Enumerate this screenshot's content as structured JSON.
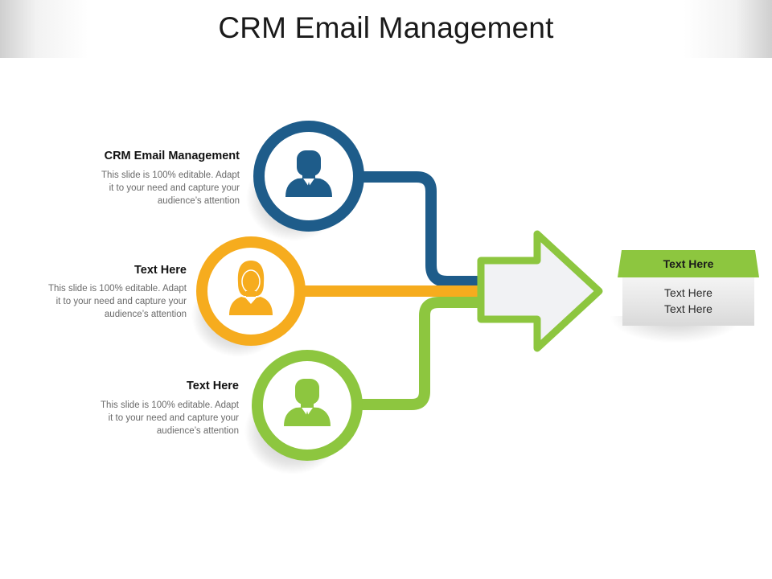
{
  "slide": {
    "title": "CRM Email Management"
  },
  "items": [
    {
      "heading": "CRM Email Management",
      "description_lines": [
        "This slide is 100% editable. Adapt",
        "it to your need and capture your",
        "audience’s attention"
      ],
      "color": "#1e5c8a",
      "icon": "businessman-icon"
    },
    {
      "heading": "Text Here",
      "description_lines": [
        "This slide is 100% editable. Adapt",
        "it to your need and capture your",
        "audience’s attention"
      ],
      "color": "#f6ac1e",
      "icon": "businesswoman-icon"
    },
    {
      "heading": "Text Here",
      "description_lines": [
        "This slide is 100% editable. Adapt",
        "it to your need and capture your",
        "audience’s attention"
      ],
      "color": "#8dc63f",
      "icon": "businessman-icon"
    }
  ],
  "callout": {
    "header": "Text Here",
    "lines": [
      "Text Here",
      "Text Here"
    ],
    "header_color": "#8dc63f"
  },
  "colors": {
    "blue": "#1e5c8a",
    "orange": "#f6ac1e",
    "green": "#8dc63f",
    "arrow_fill": "#f1f2f4"
  }
}
